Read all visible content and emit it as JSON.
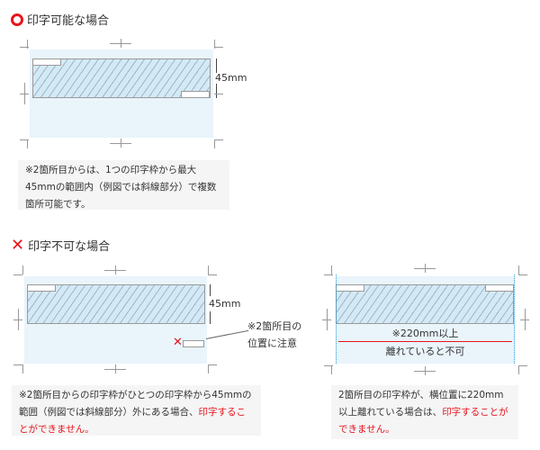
{
  "ok_section": {
    "title": "印字可能な場合",
    "icon": "circle-ok-icon",
    "dimension": "45mm",
    "note": "※2箇所目からは、1つの印字枠から最大45mmの範囲内（例図では斜線部分）で複数箇所可能です。"
  },
  "ng_section": {
    "title": "印字不可な場合",
    "icon": "cross-ng-icon"
  },
  "ng_vertical": {
    "dimension": "45mm",
    "callout_line1": "※2箇所目の",
    "callout_line2": "位置に注意",
    "note_main": "※2箇所目からの印字枠がひとつの印字枠から45mmの範囲（例図では斜線部分）外にある場合、",
    "note_red": "印字することができません。"
  },
  "ng_horizontal": {
    "label_line1": "※220mm以上",
    "label_line2": "離れていると不可",
    "note_main": "2箇所目の印字枠が、横位置に220mm以上離れている場合は、",
    "note_red": "印字することができません。"
  },
  "colors": {
    "accent_red": "#e8141e",
    "sheet": "#e9f4fb",
    "band": "#d4e9f6",
    "note_bg": "#f5f5f5"
  }
}
